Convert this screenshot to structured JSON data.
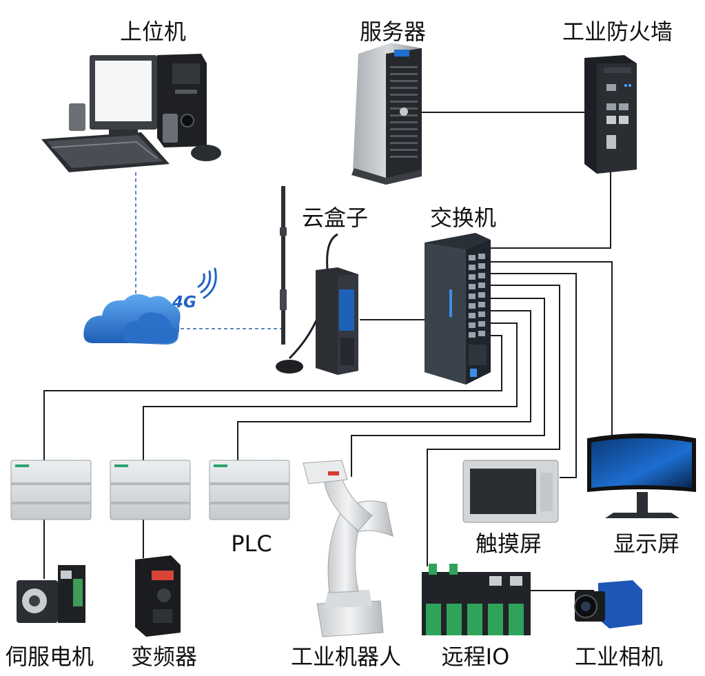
{
  "labels": {
    "host_computer": "上位机",
    "server": "服务器",
    "firewall": "工业防火墙",
    "cloud_box": "云盒子",
    "switch": "交换机",
    "plc": "PLC",
    "touch_screen": "触摸屏",
    "display": "显示屏",
    "servo_motor": "伺服电机",
    "inverter": "变频器",
    "robot": "工业机器人",
    "remote_io": "远程IO",
    "camera": "工业相机",
    "network_4g": "4G"
  },
  "colors": {
    "cable": "#1a1a1a",
    "wireless_link": "#5b86b8",
    "cloud": "#2d78d4",
    "signal_4g": "#1f63c4",
    "plc_body": "#d7dadd",
    "switch_body": "#2a3038"
  },
  "icons": [
    "desktop-computer-icon",
    "tower-server-icon",
    "firewall-device-icon",
    "cloud-icon",
    "wifi-signal-icon",
    "cloud-box-gateway-icon",
    "network-switch-icon",
    "plc-module-icon",
    "servo-motor-icon",
    "inverter-icon",
    "robot-arm-icon",
    "touch-panel-icon",
    "monitor-icon",
    "remote-io-icon",
    "industrial-camera-icon"
  ]
}
